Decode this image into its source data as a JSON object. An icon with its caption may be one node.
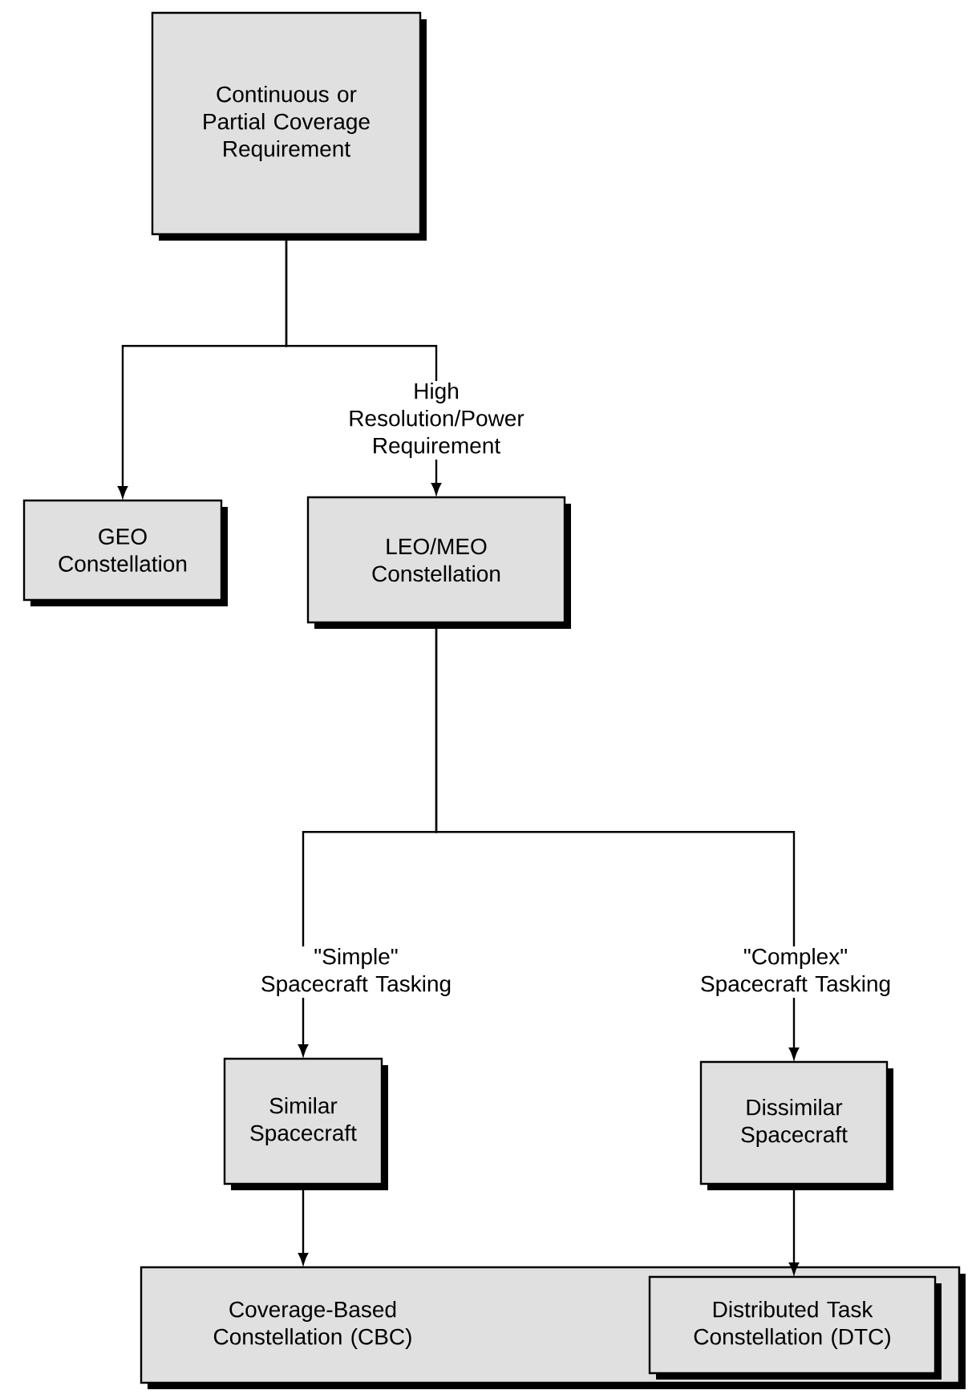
{
  "diagram": {
    "nodes": [
      {
        "text": [
          "Continuous or Partial Coverage Requirement"
        ]
      },
      {
        "text": [
          "GEO Constellation"
        ]
      },
      {
        "text": [
          "LEO/MEO Constellation"
        ]
      },
      {
        "text": [
          "Similar Spacecraft"
        ]
      },
      {
        "text": [
          "Dissimilar Spacecraft"
        ]
      },
      {
        "text": [
          "Coverage-Based Constellation (CBC)"
        ]
      },
      {
        "text": [
          "Distributed Task Constellation (DTC)"
        ],
        "in": 5
      }
    ],
    "edges": [
      {
        "from": 0,
        "to": 1,
        "arrow": "to"
      },
      {
        "from": 0,
        "to": 2,
        "arrow": "to",
        "label": "High Resolution/Power Requirement"
      },
      {
        "from": 2,
        "to": 3,
        "arrow": "to",
        "label": "\"Simple\" Spacecraft Tasking"
      },
      {
        "from": 2,
        "to": 4,
        "arrow": "to",
        "label": "\"Complex\" Spacecraft Tasking"
      },
      {
        "from": 3,
        "to": 5,
        "arrow": "to"
      },
      {
        "from": 4,
        "to": 6,
        "arrow": "to"
      }
    ]
  }
}
